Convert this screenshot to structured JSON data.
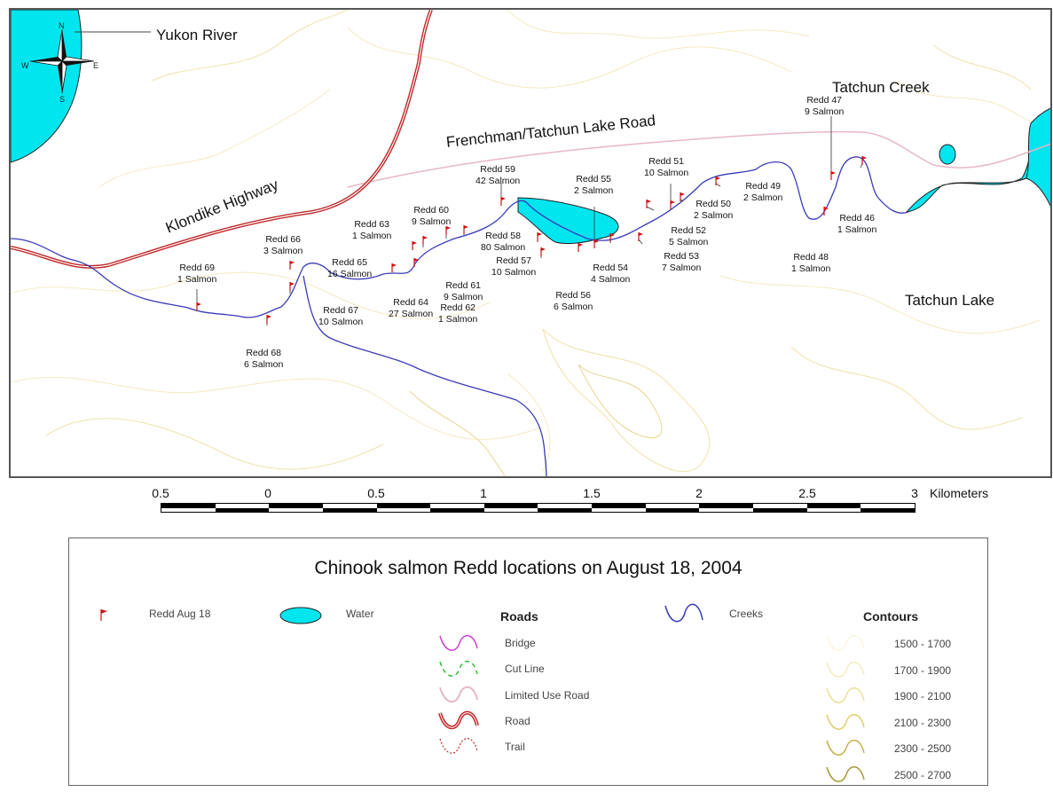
{
  "map": {
    "places": {
      "yukon_river": "Yukon River",
      "tatchun_creek": "Tatchun Creek",
      "frenchman_road": "Frenchman/Tatchun Lake Road",
      "klondike_highway": "Klondike Highway",
      "tatchun_lake": "Tatchun Lake"
    },
    "compass": {
      "n": "N",
      "s": "S",
      "e": "E",
      "w": "W"
    },
    "redds": [
      {
        "name": "Redd 47",
        "count": "9 Salmon"
      },
      {
        "name": "Redd 46",
        "count": "1 Salmon"
      },
      {
        "name": "Redd 48",
        "count": "1 Salmon"
      },
      {
        "name": "Redd 49",
        "count": "2 Salmon"
      },
      {
        "name": "Redd 50",
        "count": "2 Salmon"
      },
      {
        "name": "Redd 51",
        "count": "10 Salmon"
      },
      {
        "name": "Redd 52",
        "count": "5 Salmon"
      },
      {
        "name": "Redd 53",
        "count": "7 Salmon"
      },
      {
        "name": "Redd 54",
        "count": "4 Salmon"
      },
      {
        "name": "Redd 55",
        "count": "2 Salmon"
      },
      {
        "name": "Redd 56",
        "count": "6 Salmon"
      },
      {
        "name": "Redd 57",
        "count": "10 Salmon"
      },
      {
        "name": "Redd 58",
        "count": "80 Salmon"
      },
      {
        "name": "Redd 59",
        "count": "42 Salmon"
      },
      {
        "name": "Redd 60",
        "count": "9 Salmon"
      },
      {
        "name": "Redd 61",
        "count": "9 Salmon"
      },
      {
        "name": "Redd 62",
        "count": "1 Salmon"
      },
      {
        "name": "Redd 63",
        "count": "1 Salmon"
      },
      {
        "name": "Redd 64",
        "count": "27 Salmon"
      },
      {
        "name": "Redd 65",
        "count": "16 Salmon"
      },
      {
        "name": "Redd 66",
        "count": "3 Salmon"
      },
      {
        "name": "Redd 67",
        "count": "10 Salmon"
      },
      {
        "name": "Redd 68",
        "count": "6 Salmon"
      },
      {
        "name": "Redd 69",
        "count": "1 Salmon"
      }
    ]
  },
  "scale": {
    "ticks": [
      "0.5",
      "0",
      "0.5",
      "1",
      "1.5",
      "2",
      "2.5",
      "3"
    ],
    "unit": "Kilometers"
  },
  "legend": {
    "title": "Chinook salmon Redd locations on August 18, 2004",
    "redd": "Redd Aug 18",
    "water": "Water",
    "creeks": "Creeks",
    "roads_heading": "Roads",
    "roads": [
      "Bridge",
      "Cut Line",
      "Limited Use Road",
      "Road",
      "Trail"
    ],
    "contours_heading": "Contours",
    "contours": [
      "1500 - 1700",
      "1700 - 1900",
      "1900 - 2100",
      "2100 - 2300",
      "2300 - 2500",
      "2500 - 2700"
    ]
  },
  "colors": {
    "water": "#00e5ee",
    "creek": "#3a3ab8",
    "highway": "#c0282a",
    "limited_road": "#e6b8c4",
    "redd_flag": "#d01010",
    "contour_light": "#f6efc8",
    "contour_mid": "#e8d890",
    "contour_dark": "#b8a040",
    "bridge": "#cc44cc",
    "cut_line": "#33bb33"
  }
}
